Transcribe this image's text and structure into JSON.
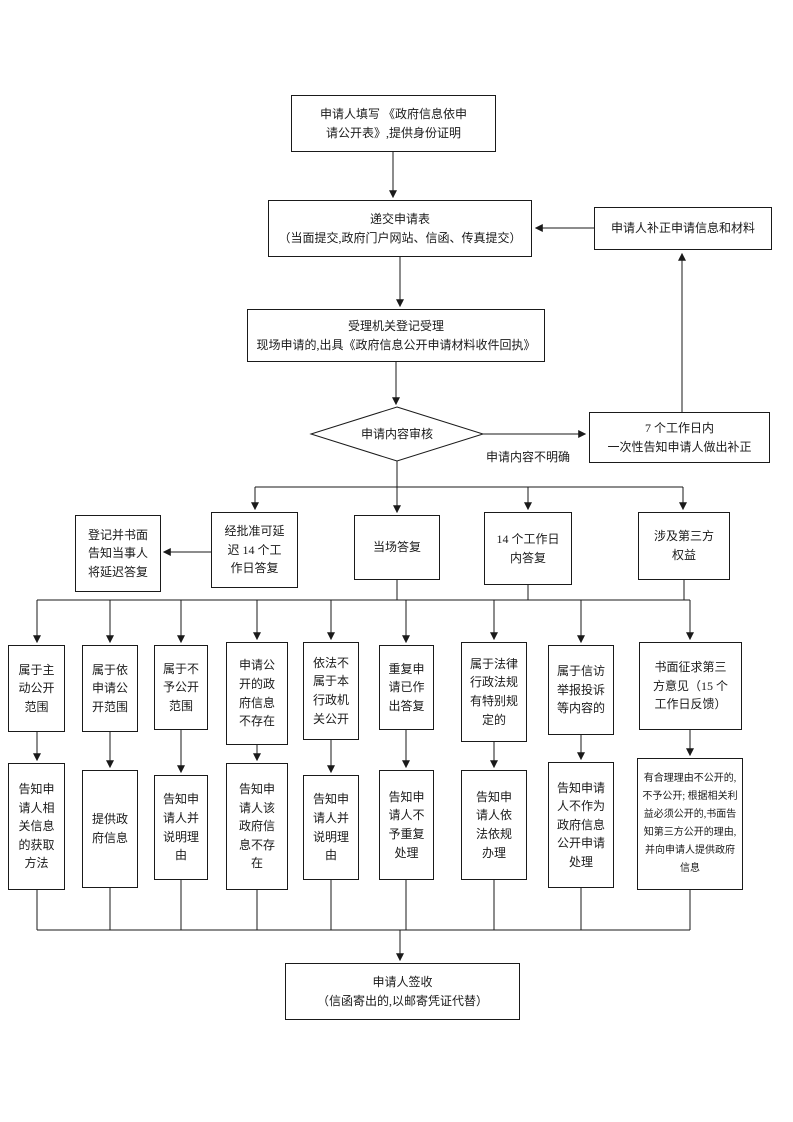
{
  "page": {
    "background_color": "#ffffff",
    "line_color": "#1a1a1a"
  },
  "nodes": {
    "fill_form": "申请人填写 《政府信息依申\n请公开表》,提供身份证明",
    "submit": "递交申请表\n（当面提交,政府门户网站、信函、传真提交）",
    "supplement": "申请人补正申请信息和材料",
    "accept": "受理机关登记受理\n现场申请的,出具《政府信息公开申请材料收件回执》",
    "review": "申请内容审核",
    "seven_days": "7 个工作日内\n一次性告知申请人做出补正",
    "unclear_label": "申请内容不明确",
    "delay_notice": "登记并书面\n告知当事人\n将延迟答复",
    "delay_approved": "经批准可延\n迟 14 个工\n作日答复",
    "onsite_reply": "当场答复",
    "within_14_days": "14 个工作日\n内答复",
    "third_party": "涉及第三方\n权益",
    "case_proactive": "属于主\n动公开\n范围",
    "case_on_request": "属于依\n申请公\n开范围",
    "case_nondisclosure": "属于不\n予公开\n范围",
    "case_not_exist": "申请公\n开的政\n府信息\n不存在",
    "case_other_organ": "依法不\n属于本\n行政机\n关公开",
    "case_repeat": "重复申\n请已作\n出答复",
    "case_special_law": "属于法律\n行政法规\n有特别规\n定的",
    "case_petition": "属于信访\n举报投诉\n等内容的",
    "case_third_party": "书面征求第三\n方意见（15 个\n工作日反馈）",
    "act_proactive": "告知申\n请人相\n关信息\n的获取\n方法",
    "act_provide": "提供政\n府信息",
    "act_explain_1": "告知申\n请人并\n说明理\n由",
    "act_not_exist": "告知申\n请人该\n政府信\n息不存\n在",
    "act_explain_2": "告知申\n请人并\n说明理\n由",
    "act_no_repeat": "告知申\n请人不\n予重复\n处理",
    "act_per_law": "告知申\n请人依\n法依规\n办理",
    "act_not_as_request": "告知申请\n人不作为\n政府信息\n公开申请\n处理",
    "act_third_party": "有合理理由不公开的,\n不予公开; 根据相关利\n益必须公开的,书面告\n知第三方公开的理由,\n并向申请人提供政府\n信息",
    "sign_receipt": "申请人签收\n（信函寄出的,以邮寄凭证代替）"
  }
}
